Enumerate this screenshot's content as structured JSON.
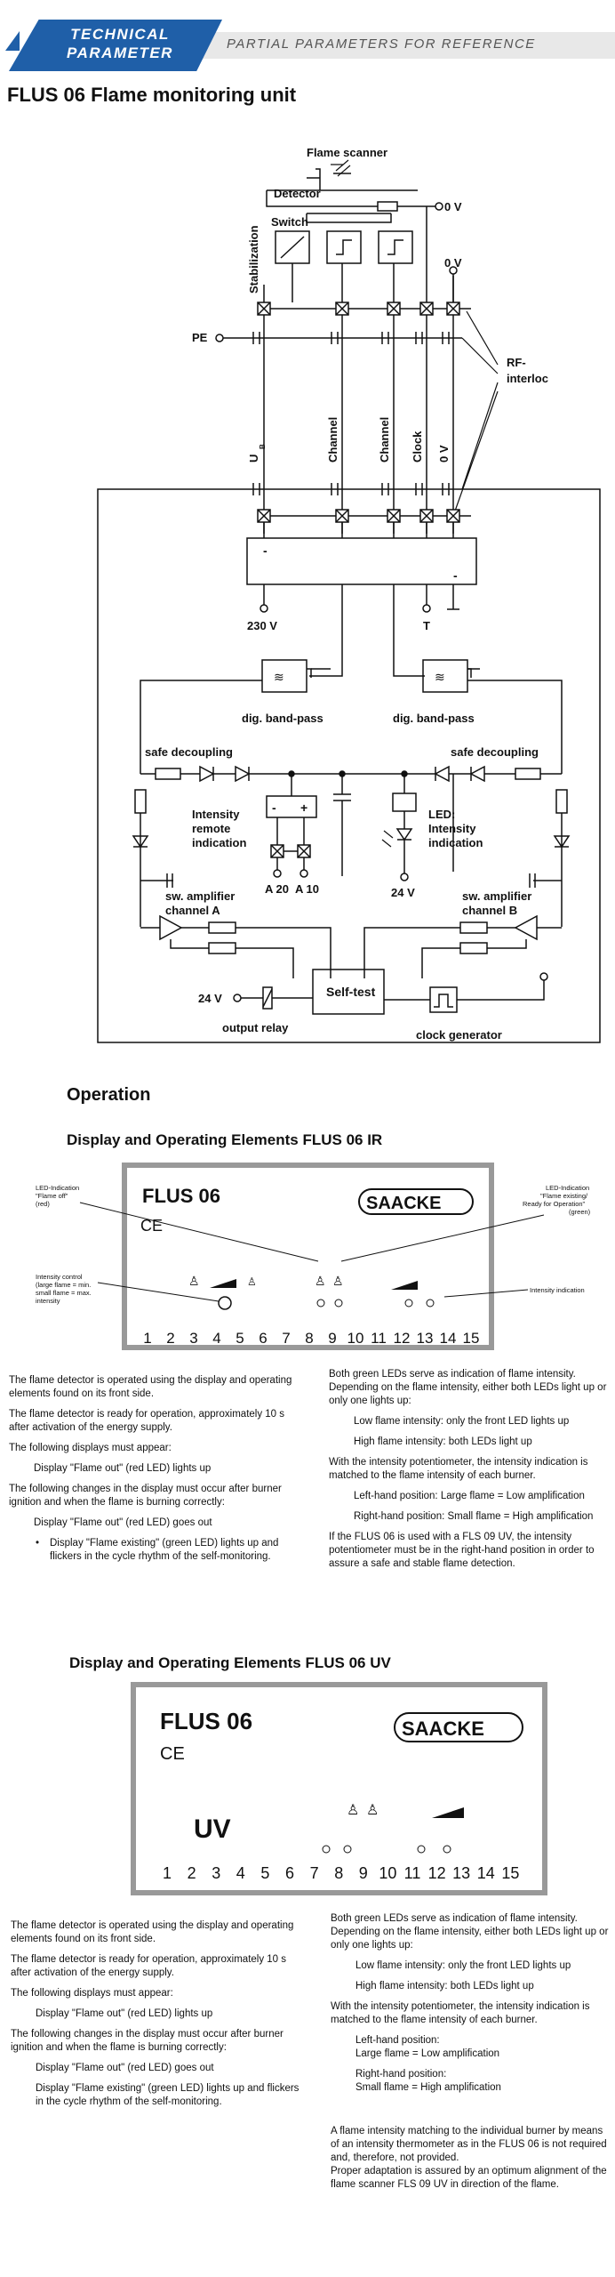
{
  "banner": {
    "line1": "TECHNICAL",
    "line2": "PARAMETER",
    "subtitle": "PARTIAL PARAMETERS FOR REFERENCE"
  },
  "title": "FLUS 06 Flame monitoring unit",
  "diagram": {
    "flame_scanner": "Flame scanner",
    "detector": "Detector",
    "zero_v": "0 V",
    "switch": "Switch",
    "stabilization": "Stabilization",
    "pe": "PE",
    "rf": "RF-",
    "interloc": "interloc",
    "ub": "U",
    "ub_sub": "B",
    "channel": "Channel",
    "clock": "Clock",
    "minus": "-",
    "v230": "230 V",
    "t": "T",
    "dig_bandpass": "dig. band-pass",
    "safe_decoupling": "safe decoupling",
    "intensity_remote_1": "Intensity",
    "intensity_remote_2": "remote",
    "intensity_remote_3": "indication",
    "a20": "A 20",
    "a10": "A 10",
    "led1": "LED:",
    "led2": "Intensity",
    "led3": "indication",
    "v24": "24 V",
    "sw_amp": "sw. amplifier",
    "channel_a": "channel A",
    "channel_b": "channel B",
    "v24b": "24 V",
    "self_test": "Self-test",
    "output_relay": "output relay",
    "clock_generator": "clock generator",
    "plus": "+"
  },
  "operation": "Operation",
  "ir": {
    "heading": "Display and Operating Elements FLUS 06 IR",
    "model": "FLUS 06",
    "brand": "SAACKE",
    "ce": "CE",
    "led_off_1": "LED-Indication",
    "led_off_2": "\"Flame off\"",
    "led_off_3": "(red)",
    "led_on_1": "LED-Indication",
    "led_on_2": "\"Flame existing/",
    "led_on_3": "Ready for Operation\"",
    "led_on_4": "(green)",
    "ic_1": "Intensity control",
    "ic_2": "(large flame = min.",
    "ic_3": "small flame = max.",
    "ic_4": "intensity",
    "ind": "Intensity indication",
    "numbers": [
      "1",
      "2",
      "3",
      "4",
      "5",
      "6",
      "7",
      "8",
      "9",
      "10",
      "11",
      "12",
      "13",
      "14",
      "15"
    ]
  },
  "text_ir_left": {
    "p1": "The flame detector is operated using the display and operating elements found on its front side.",
    "p2": "The flame detector is ready for operation, approximately 10 s after activation of the energy supply.",
    "p3": "The following displays must appear:",
    "p4": "Display \"Flame out\" (red LED) lights up",
    "p5": "The following changes in the display must occur after burner ignition and when the flame is burning correctly:",
    "p6": "Display \"Flame out\" (red LED) goes out",
    "p7": "Display \"Flame existing\" (green LED) lights up and flickers in the cycle rhythm of the self-monitoring."
  },
  "text_ir_right": {
    "p1": "Both green LEDs serve as indication of flame intensity. Depending on the flame intensity, either both LEDs light up or only one lights up:",
    "p2": "Low flame intensity: only the front LED lights up",
    "p3": "High flame intensity: both LEDs light up",
    "p4": "With the intensity potentiometer, the intensity indication is matched to the flame intensity of each burner.",
    "p5": "Left-hand position: Large flame = Low amplification",
    "p6": "Right-hand position: Small flame = High amplification",
    "p7": "If the FLUS 06 is used with a FLS 09 UV, the intensity potentiometer must be in the right-hand position in order to assure a safe and stable flame detection."
  },
  "uv": {
    "heading": "Display and Operating Elements FLUS 06 UV",
    "model": "FLUS 06",
    "brand": "SAACKE",
    "ce": "CE",
    "uv": "UV",
    "numbers": [
      "1",
      "2",
      "3",
      "4",
      "5",
      "6",
      "7",
      "8",
      "9",
      "10",
      "11",
      "12",
      "13",
      "14",
      "15"
    ]
  },
  "text_uv_left": {
    "p1": "The flame detector is operated using the display and operating elements found on its front side.",
    "p2": "The flame detector is ready for operation, approximately 10 s after activation of the energy supply.",
    "p3": "The following displays must appear:",
    "p4": "Display \"Flame out\" (red LED) lights up",
    "p5": "The following changes in the display must occur after burner ignition and when the flame is burning correctly:",
    "p6": "Display \"Flame out\" (red LED) goes out",
    "p7": "Display \"Flame existing\" (green LED) lights up and flickers in the cycle rhythm of the self-monitoring."
  },
  "text_uv_right": {
    "p1": "Both green LEDs serve as indication of flame intensity. Depending on the flame intensity, either both LEDs light up or only one lights up:",
    "p2": "Low flame intensity: only the front LED lights up",
    "p3": "High flame intensity: both LEDs light up",
    "p4": "With the intensity potentiometer, the intensity indication is matched to the flame intensity of each burner.",
    "p5a": "Left-hand position:",
    "p5b": "Large flame = Low amplification",
    "p6a": "Right-hand position:",
    "p6b": "Small flame = High amplification",
    "p7": "A flame intensity matching to the individual burner by means of an intensity thermometer as in the FLUS 06 is not required and, therefore, not provided.",
    "p8": "Proper adaptation is assured by an optimum alignment of the flame scanner FLS 09 UV in direction of the flame."
  }
}
